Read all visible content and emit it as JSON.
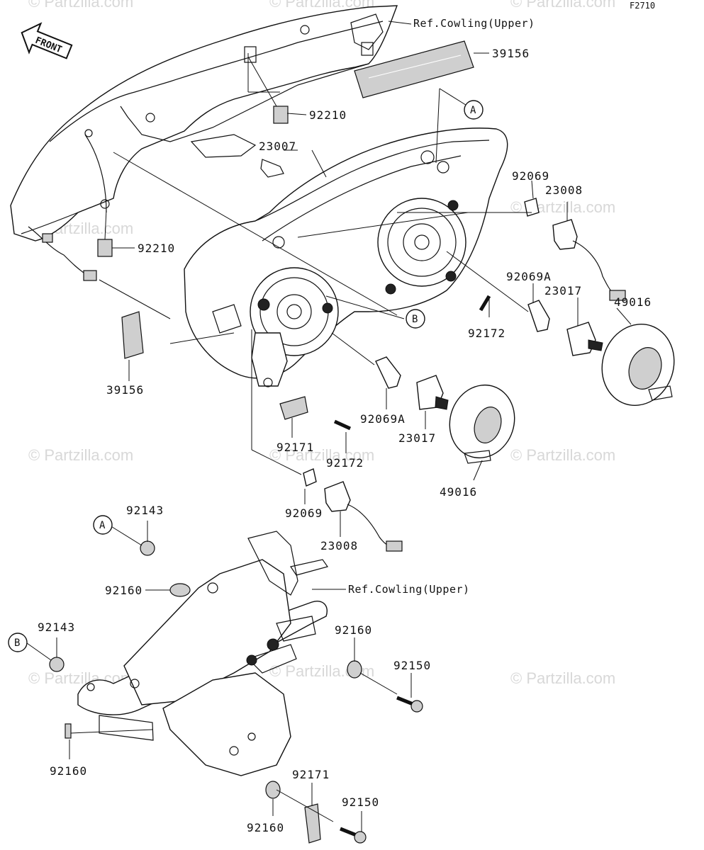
{
  "figure_code": "F2710",
  "front_badge": "FRONT",
  "watermark": "© Partzilla.com",
  "callout_markers": {
    "a": "A",
    "b": "B"
  },
  "refs": {
    "cowling_upper_top": "Ref.Cowling(Upper)",
    "cowling_upper_lower": "Ref.Cowling(Upper)"
  },
  "labels": {
    "p39156_top": "39156",
    "p39156_left": "39156",
    "p92210_a": "92210",
    "p92210_b": "92210",
    "p23007": "23007",
    "p92069_right": "92069",
    "p23008_right": "23008",
    "p92069A_right": "92069A",
    "p23017_right": "23017",
    "p49016_right": "49016",
    "p92172_right": "92172",
    "p92069A_center": "92069A",
    "p23017_center": "23017",
    "p92171_top": "92171",
    "p92172_center": "92172",
    "p49016_center": "49016",
    "p92069_center": "92069",
    "p23008_center": "23008",
    "p92143_top": "92143",
    "p92160_a": "92160",
    "p92143_left": "92143",
    "p92160_right": "92160",
    "p92150_right": "92150",
    "p92160_left": "92160",
    "p92171_bottom": "92171",
    "p92150_bottom": "92150",
    "p92160_bottom": "92160"
  }
}
